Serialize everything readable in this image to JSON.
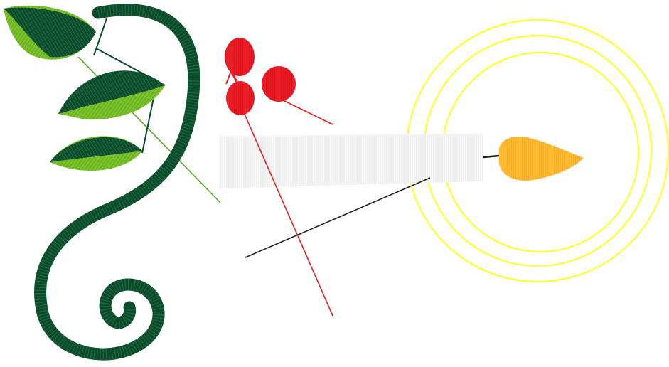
{
  "image": {
    "description_elements": [
      "vine",
      "leaves",
      "berries",
      "candle",
      "flame",
      "glow-rings",
      "stitch-threads"
    ]
  },
  "colors": {
    "vine": "#0b4a2a",
    "leaf_dark": "#0b4a2a",
    "leaf_light": "#7cc22a",
    "berries": "#ee1c25",
    "candle": "#efefef",
    "candle_stripes": "#ffffff",
    "flame": "#ffbb33",
    "glow": "#ffff33",
    "wick": "#1a1a1a",
    "thread_red": "#e82020",
    "thread_dark": "#222222",
    "thread_green": "#5aa628",
    "background": "#ffffff"
  },
  "icons": {
    "vine": "vine-icon",
    "leaf": "leaf-icon",
    "berry": "berry-icon",
    "candle": "candle-icon",
    "flame": "flame-icon"
  }
}
